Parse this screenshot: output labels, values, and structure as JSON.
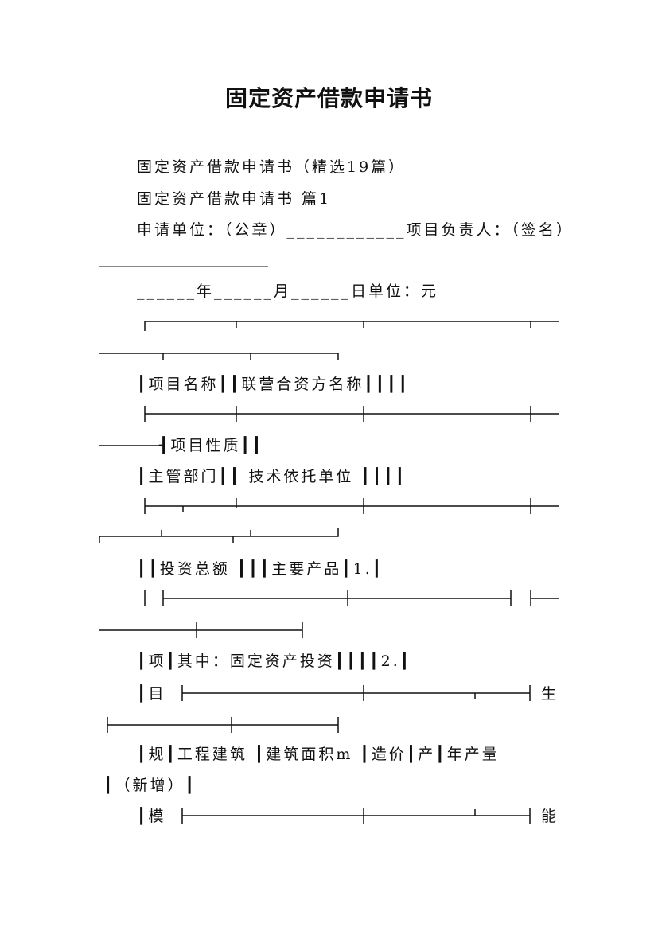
{
  "document": {
    "title": "固定资产借款申请书",
    "intro": "固定资产借款申请书（精选19篇）",
    "section_heading": "固定资产借款申请书 篇1",
    "applicant_line": "申请单位：（公章）____________项目负责人：（签名）",
    "date_line": "______年______月______日单位：元",
    "rows": {
      "r1": "┃项目名称┃┃联营合资方名称┃┃┃┃",
      "r2_tail": "┨项目性质┃┃",
      "r3": "┃主管部门┃┃ 技术依托单位 ┃┃┃┃",
      "r4": "┃┃投资总额 ┃┃┃主要产品┃1.┃",
      "r5": "┃项┃其中：固定资产投资┃┃┃┃2.┃",
      "r6_left": "┃目",
      "r6_right": "生",
      "r7": "┃规┃工程建筑 ┃建筑面积m ┃造价┃产┃年产量",
      "r7_cont": "┃（新增）┃",
      "r8_left": "┃模",
      "r8_right": "能"
    }
  }
}
